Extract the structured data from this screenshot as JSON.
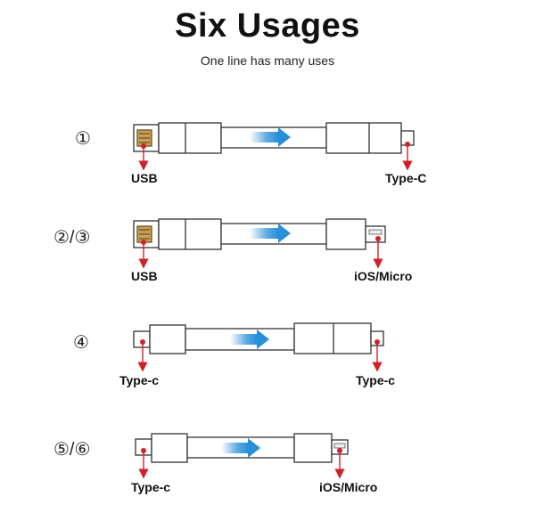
{
  "header": {
    "title": "Six Usages",
    "subtitle": "One line has many uses"
  },
  "rows": [
    {
      "number": "①",
      "left_label": "USB",
      "right_label": "Type-C"
    },
    {
      "number": "②/③",
      "left_label": "USB",
      "right_label": "iOS/Micro"
    },
    {
      "number": "④",
      "left_label": "Type-c",
      "right_label": "Type-c"
    },
    {
      "number": "⑤/⑥",
      "left_label": "Type-c",
      "right_label": "iOS/Micro"
    }
  ],
  "colors": {
    "pointer": "#d0202a",
    "arrow": "#2a8fd8",
    "outline": "#333333"
  }
}
